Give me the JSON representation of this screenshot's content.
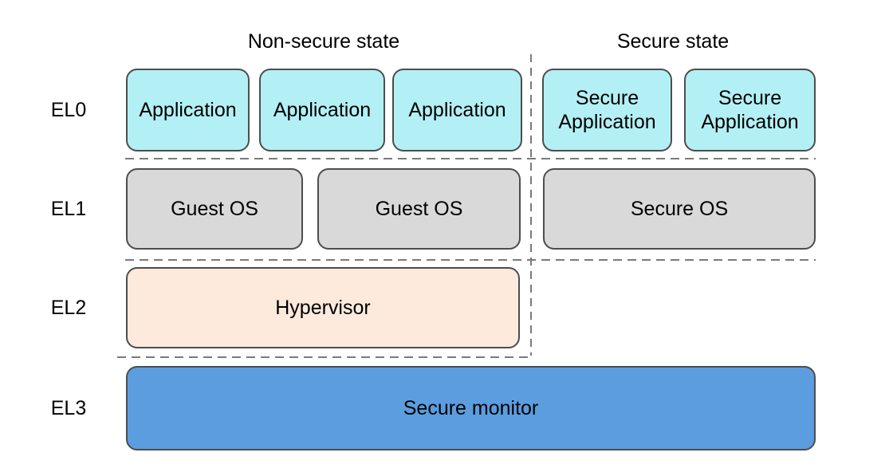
{
  "header": {
    "non_secure_label": "Non-secure state",
    "secure_label": "Secure state"
  },
  "exception_levels": [
    {
      "label": "EL0"
    },
    {
      "label": "EL1"
    },
    {
      "label": "EL2"
    },
    {
      "label": "EL3"
    }
  ],
  "boxes": {
    "el0_nonsecure": [
      "Application",
      "Application",
      "Application"
    ],
    "el0_secure": [
      "Secure Application",
      "Secure Application"
    ],
    "el1_nonsecure": [
      "Guest OS",
      "Guest OS"
    ],
    "el1_secure": [
      "Secure OS"
    ],
    "el2_nonsecure": [
      "Hypervisor"
    ],
    "el3": [
      "Secure monitor"
    ]
  },
  "colors": {
    "application_fill": "#b3f0f5",
    "os_fill": "#d9d9d9",
    "hypervisor_fill": "#fdeadd",
    "secure_monitor_fill": "#5c9de0",
    "box_border": "#4d4d4d",
    "dashed_line": "#7a7a7a"
  }
}
